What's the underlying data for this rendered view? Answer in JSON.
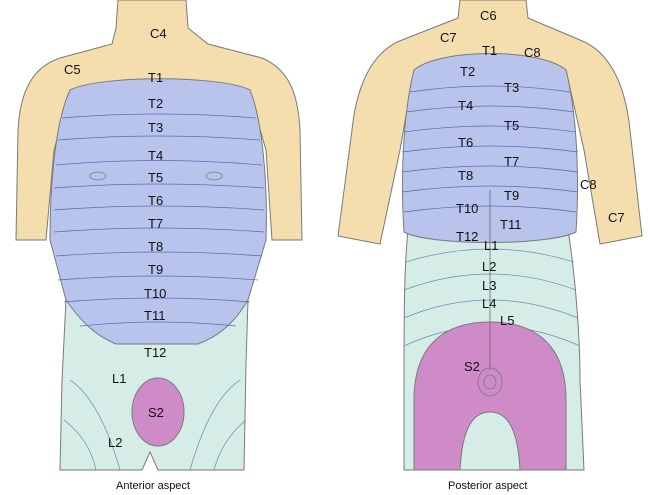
{
  "colors": {
    "cervical": "#f4deae",
    "thoracic": "#b8c4ec",
    "lumbar": "#d6ece6",
    "sacral": "#cf8bc7",
    "band_line": "#5a6ab0",
    "outline": "#7a7a7a"
  },
  "anterior": {
    "caption": "Anterior aspect",
    "labels": {
      "c4": "C4",
      "c5": "C5",
      "t1": "T1",
      "t2": "T2",
      "t3": "T3",
      "t4": "T4",
      "t5": "T5",
      "t6": "T6",
      "t7": "T7",
      "t8": "T8",
      "t9": "T9",
      "t10": "T10",
      "t11": "T11",
      "t12": "T12",
      "l1": "L1",
      "l2": "L2",
      "s2": "S2"
    }
  },
  "posterior": {
    "caption": "Posterior aspect",
    "labels": {
      "c6": "C6",
      "c7_left": "C7",
      "c8_top": "C8",
      "t1": "T1",
      "t2": "T2",
      "t3": "T3",
      "t4": "T4",
      "t5": "T5",
      "t6": "T6",
      "t7": "T7",
      "t8": "T8",
      "t9": "T9",
      "t10": "T10",
      "t11": "T11",
      "t12": "T12",
      "c8_arm": "C8",
      "c7_arm": "C7",
      "l1": "L1",
      "l2": "L2",
      "l3": "L3",
      "l4": "L4",
      "l5": "L5",
      "s2": "S2"
    }
  }
}
